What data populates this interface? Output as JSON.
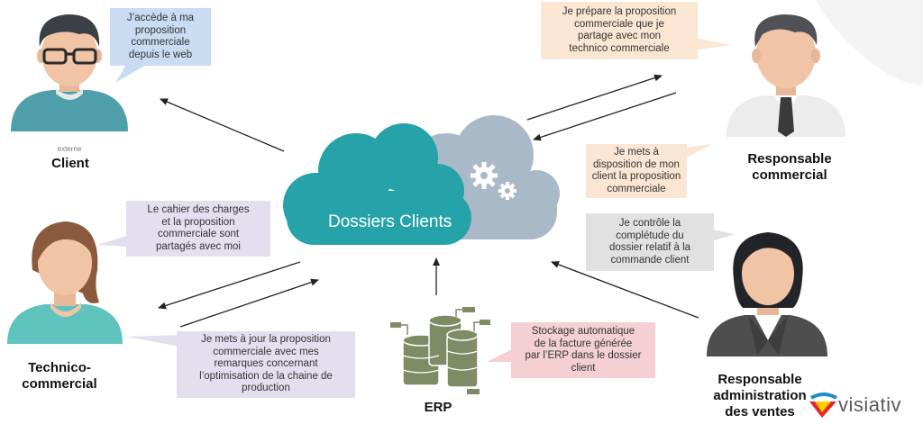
{
  "cloud": {
    "label": "Dossiers Clients"
  },
  "actors": {
    "client": {
      "tag": "externe",
      "label": "Client"
    },
    "responsable_commercial": {
      "label": "Responsable\ncommercial"
    },
    "technico": {
      "label": "Technico-\ncommercial"
    },
    "responsable_adv": {
      "label": "Responsable\nadministration\ndes ventes"
    },
    "erp": {
      "label": "ERP"
    }
  },
  "bubbles": {
    "client": "J’accède à ma\nproposition\ncommerciale\ndepuis le web",
    "commercial_prepare": "Je prépare la proposition\ncommerciale que je\npartage avec mon\ntechnico commerciale",
    "commercial_dispo": "Je mets à\ndisposition de mon\nclient la proposition\ncommerciale",
    "adv": "Je contrôle la\ncomplétude du\ndossier relatif à la\ncommande client",
    "cahier": "Le cahier des charges\net la proposition\ncommerciale sont\npartagés avec moi",
    "technico_maj": "Je mets à jour la proposition\ncommerciale avec mes\nremarques concernant\nl’optimisation de la chaine de\nproduction",
    "erp": "Stockage automatique\nde la facture générée\npar l’ERP dans le dossier\nclient"
  },
  "colors": {
    "blue_bubble": "#c9dcf2",
    "peach_bubble": "#fbe6d4",
    "grey_bubble": "#e1e1e1",
    "lavender_bubble": "#e4dfef",
    "pink_bubble": "#f4d0d2",
    "teal_cloud": "#26a3a8",
    "grey_cloud": "#aab9c8",
    "erp_green": "#7e8c66"
  },
  "brand": {
    "name": "visiativ"
  }
}
